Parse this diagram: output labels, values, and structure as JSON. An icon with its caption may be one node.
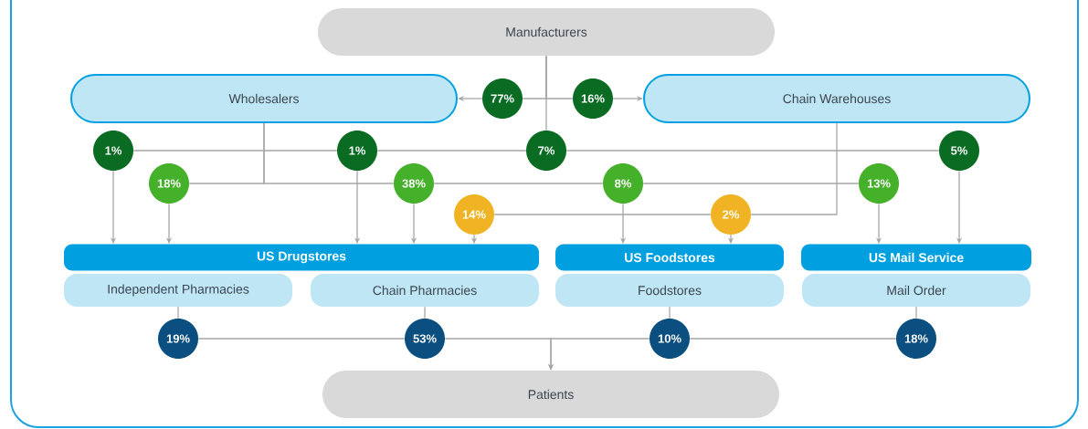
{
  "diagram": {
    "nodes": [
      {
        "text": [
          "Manufacturers"
        ]
      },
      {
        "text": [
          "Wholesalers"
        ]
      },
      {
        "text": [
          "Chain Warehouses"
        ]
      },
      {
        "text": [
          "77%"
        ]
      },
      {
        "text": [
          "16%"
        ]
      },
      {
        "text": [
          "1%"
        ]
      },
      {
        "text": [
          "1%"
        ]
      },
      {
        "text": [
          "7%"
        ]
      },
      {
        "text": [
          "5%"
        ]
      },
      {
        "text": [
          "18%"
        ]
      },
      {
        "text": [
          "38%"
        ]
      },
      {
        "text": [
          "8%"
        ]
      },
      {
        "text": [
          "13%"
        ]
      },
      {
        "text": [
          "14%"
        ]
      },
      {
        "text": [
          "2%"
        ]
      },
      {
        "text": [
          "US Drugstores"
        ]
      },
      {
        "text": [
          "US Foodstores"
        ]
      },
      {
        "text": [
          "US Mail Service"
        ]
      },
      {
        "text": [
          "Independent Pharmacies"
        ]
      },
      {
        "text": [
          "Chain Pharmacies"
        ]
      },
      {
        "text": [
          "Foodstores"
        ]
      },
      {
        "text": [
          "Mail Order"
        ]
      },
      {
        "text": [
          "19%"
        ]
      },
      {
        "text": [
          "53%"
        ]
      },
      {
        "text": [
          "10%"
        ]
      },
      {
        "text": [
          "18%"
        ]
      },
      {
        "text": [
          "Patients"
        ]
      }
    ],
    "edges": [
      {
        "from": 0,
        "to": 3,
        "arrow": "none"
      },
      {
        "from": 3,
        "to": 1,
        "arrow": "to"
      },
      {
        "from": 0,
        "to": 4,
        "arrow": "none"
      },
      {
        "from": 4,
        "to": 2,
        "arrow": "to"
      },
      {
        "from": 0,
        "to": 7,
        "arrow": "none"
      },
      {
        "from": 6,
        "to": 5,
        "arrow": "none"
      },
      {
        "from": 7,
        "to": 6,
        "arrow": "none"
      },
      {
        "from": 7,
        "to": 8,
        "arrow": "none"
      },
      {
        "from": 5,
        "to": 15,
        "arrow": "to"
      },
      {
        "from": 6,
        "to": 15,
        "arrow": "to"
      },
      {
        "from": 8,
        "to": 17,
        "arrow": "to"
      },
      {
        "from": 1,
        "to": 9,
        "arrow": "none"
      },
      {
        "from": 1,
        "to": 10,
        "arrow": "none"
      },
      {
        "from": 10,
        "to": 11,
        "arrow": "none"
      },
      {
        "from": 11,
        "to": 12,
        "arrow": "none"
      },
      {
        "from": 9,
        "to": 15,
        "arrow": "to"
      },
      {
        "from": 10,
        "to": 15,
        "arrow": "to"
      },
      {
        "from": 11,
        "to": 16,
        "arrow": "to"
      },
      {
        "from": 12,
        "to": 17,
        "arrow": "to"
      },
      {
        "from": 2,
        "to": 14,
        "arrow": "none"
      },
      {
        "from": 14,
        "to": 13,
        "arrow": "none"
      },
      {
        "from": 13,
        "to": 15,
        "arrow": "to"
      },
      {
        "from": 14,
        "to": 16,
        "arrow": "to"
      },
      {
        "from": 18,
        "to": 22,
        "arrow": "none"
      },
      {
        "from": 19,
        "to": 23,
        "arrow": "none"
      },
      {
        "from": 20,
        "to": 24,
        "arrow": "none"
      },
      {
        "from": 21,
        "to": 25,
        "arrow": "none"
      },
      {
        "from": 22,
        "to": 23,
        "arrow": "none"
      },
      {
        "from": 23,
        "to": 26,
        "arrow": "to"
      },
      {
        "from": 24,
        "to": 26,
        "arrow": "to"
      },
      {
        "from": 25,
        "to": 24,
        "arrow": "none"
      }
    ]
  }
}
